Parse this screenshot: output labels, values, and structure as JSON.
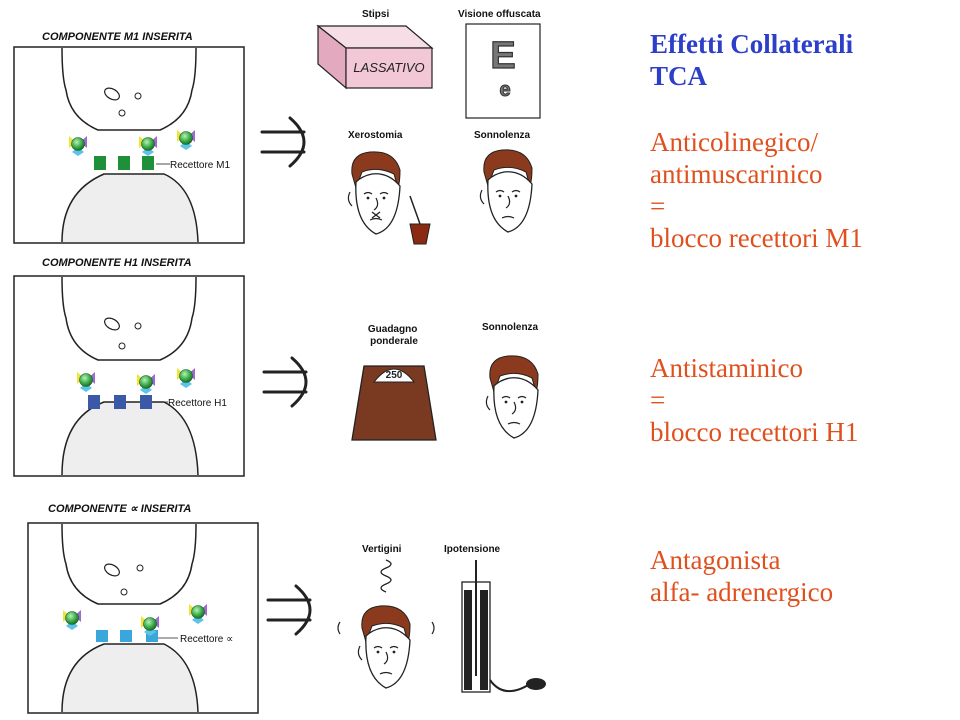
{
  "panels": [
    {
      "title": "COMPONENTE M1 INSERITA",
      "receptor_label": "Recettore M1",
      "receptor_color": "#1f8f3a"
    },
    {
      "title": "COMPONENTE H1 INSERITA",
      "receptor_label": "Recettore H1",
      "receptor_color": "#3a5aa8"
    },
    {
      "title": "COMPONENTE ∝ INSERITA",
      "receptor_label": "Recettore ∝",
      "receptor_color": "#3aa7dc"
    }
  ],
  "effects": {
    "row1": {
      "stipsi": "Stipsi",
      "lassativo": "LASSATIVO",
      "visione": "Visione offuscata",
      "chart_big": "E",
      "chart_small": "e",
      "xerostomia": "Xerostomia",
      "sonnolenza": "Sonnolenza"
    },
    "row2": {
      "guadagno": "Guadagno\nponderale",
      "scale_value": "250",
      "sonnolenza": "Sonnolenza"
    },
    "row3": {
      "vertigini": "Vertigini",
      "ipotensione": "Ipotensione"
    }
  },
  "sidebar": {
    "heading": "Effetti Collaterali\nTCA",
    "block1": "Anticolinegico/\nantimuscarinico\n=\nblocco recettori  M1",
    "block2": "Antistaminico\n=\nblocco recettori H1",
    "block3": "Antagonista\nalfa- adrenergico"
  },
  "colors": {
    "heading": "#2d3fc8",
    "body": "#e0501e",
    "hair": "#8b3a1e",
    "box": "#f2c8d6",
    "scale": "#7a3a22",
    "drug_ball": "#3cae4a"
  }
}
